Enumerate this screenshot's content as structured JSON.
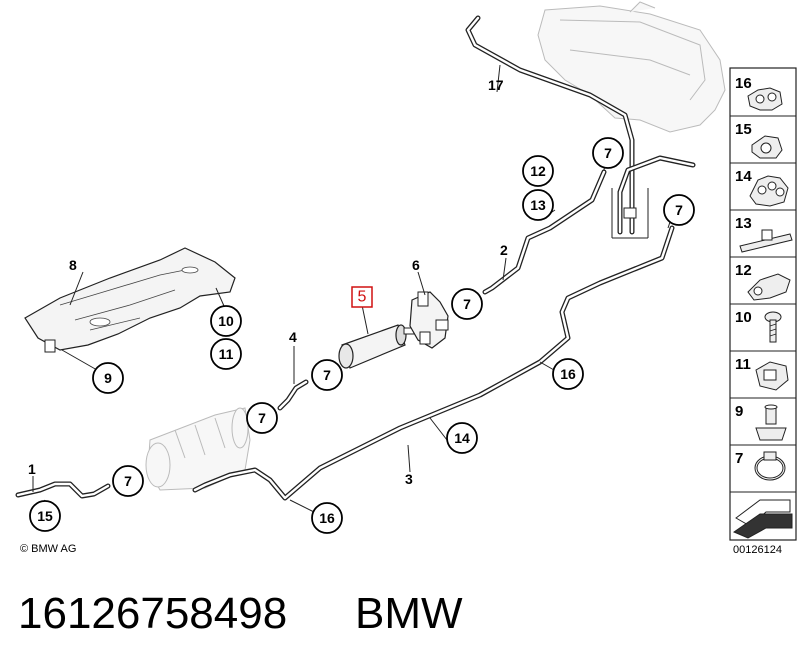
{
  "diagram": {
    "copyright": "© BMW AG",
    "drawing_number": "00126124",
    "part_number": "16126758498",
    "brand": "BMW",
    "highlighted_label": "5"
  },
  "callouts": {
    "c1": "1",
    "c2": "2",
    "c3": "3",
    "c4": "4",
    "c6": "6",
    "c8": "8",
    "c17": "17"
  },
  "bubbles": {
    "b7a": "7",
    "b7b": "7",
    "b7c": "7",
    "b7d": "7",
    "b7e": "7",
    "b7f": "7",
    "b9": "9",
    "b10": "10",
    "b11": "11",
    "b12": "12",
    "b13": "13",
    "b14": "14",
    "b15": "15",
    "b16a": "16",
    "b16b": "16"
  },
  "legend": [
    {
      "num": "16",
      "icon": "double-clip-icon"
    },
    {
      "num": "15",
      "icon": "single-clip-icon"
    },
    {
      "num": "14",
      "icon": "triple-clip-icon"
    },
    {
      "num": "13",
      "icon": "rail-clip-icon"
    },
    {
      "num": "12",
      "icon": "pipe-holder-icon"
    },
    {
      "num": "10",
      "icon": "screw-icon"
    },
    {
      "num": "11",
      "icon": "nut-clip-icon"
    },
    {
      "num": "9",
      "icon": "grommet-icon"
    },
    {
      "num": "7",
      "icon": "hose-clamp-icon"
    },
    {
      "num": "",
      "icon": "arrow-direction-icon"
    }
  ]
}
